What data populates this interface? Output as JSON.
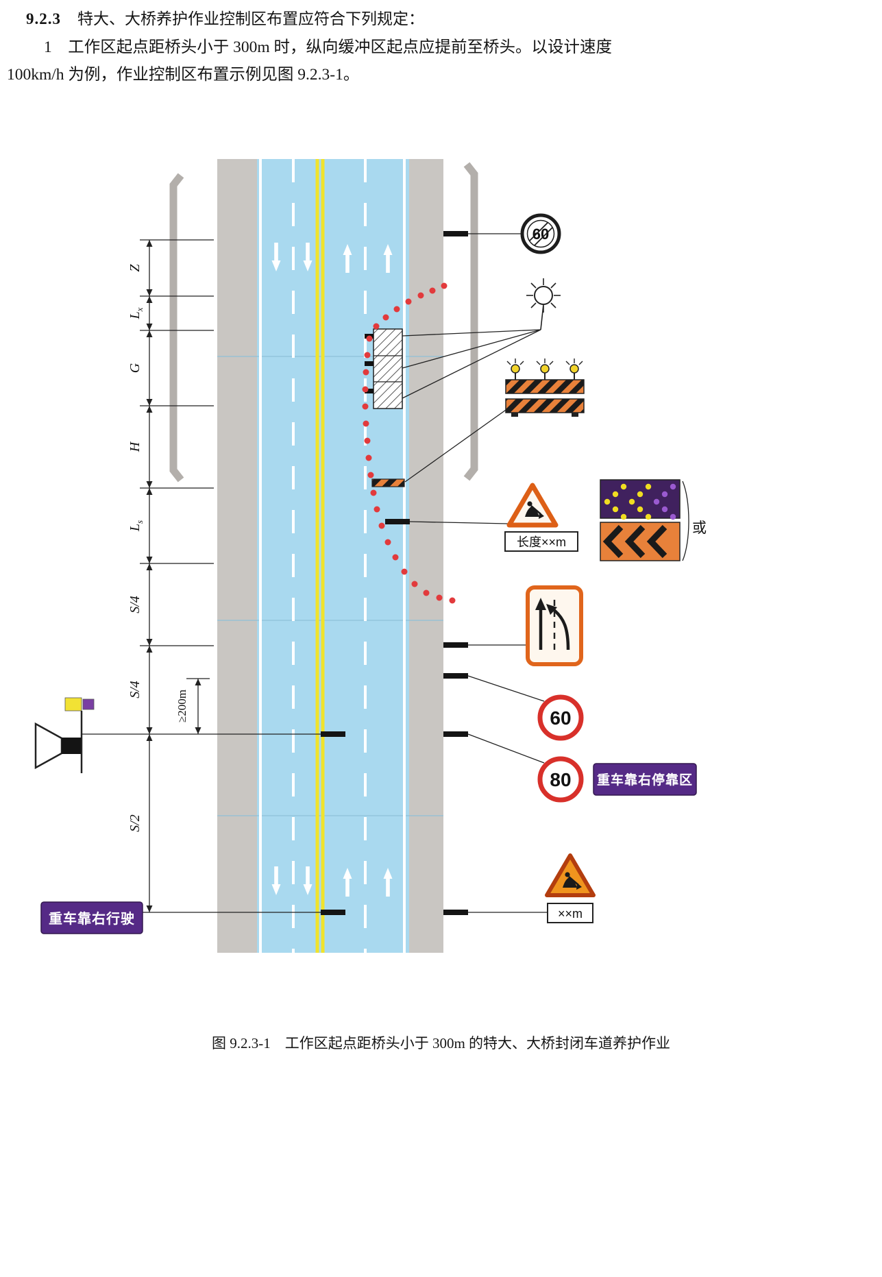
{
  "heading": {
    "number": "9.2.3",
    "text": "特大、大桥养护作业控制区布置应符合下列规定："
  },
  "paragraph": {
    "line1": "1　工作区起点距桥头小于 300m 时，纵向缓冲区起点应提前至桥头。以设计速度",
    "line2": "100km/h 为例，作业控制区布置示例见图 9.2.3-1。"
  },
  "caption": "图 9.2.3-1　工作区起点距桥头小于 300m 的特大、大桥封闭车道养护作业",
  "diagram": {
    "dimension_labels": [
      {
        "t": "Z",
        "s": ""
      },
      {
        "t": "L",
        "s": "x"
      },
      {
        "t": "G",
        "s": ""
      },
      {
        "t": "H",
        "s": ""
      },
      {
        "t": "L",
        "s": "s"
      },
      {
        "t": "S/4",
        "s": ""
      },
      {
        "t": "S/4",
        "s": ""
      },
      {
        "t": "S/2",
        "s": ""
      }
    ],
    "distance_note": "≥200m",
    "signs": {
      "end_speed_limit": "60",
      "speed_limit_60": "60",
      "speed_limit_80": "80",
      "work_length_plate": "长度××m",
      "distance_plate": "××m",
      "alternative_label": "或",
      "heavy_vehicle_park": "重车靠右停靠区",
      "heavy_vehicle_keep_right": "重车靠右行驶"
    },
    "colors": {
      "road_blue": "#a9d9ef",
      "shoulder_gray": "#c9c6c2",
      "guardrail_gray": "#b3afab",
      "lane_yellow": "#f0e32c",
      "cone_red": "#e23a3c",
      "work_orange": "#e8813a",
      "sign_purple": "#552a86",
      "speed_ring_red": "#d8302a"
    }
  }
}
